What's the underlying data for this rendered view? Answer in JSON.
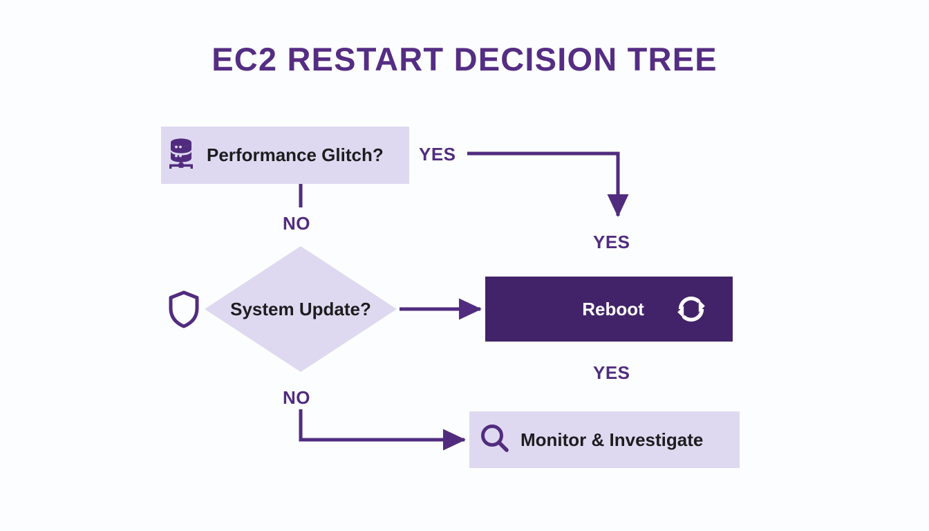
{
  "title": "EC2 Restart Decision Tree",
  "colors": {
    "background": "#fcfdfe",
    "title": "#552d83",
    "node_light_bg": "#ded9f0",
    "node_dark_bg": "#422369",
    "node_text": "#1d1d1f",
    "node_text_inverse": "#ffffff",
    "edge": "#512c7e",
    "edge_label": "#512c7e",
    "icon": "#512c7e"
  },
  "nodes": [
    {
      "id": "performance-glitch",
      "label": "Performance Glitch?",
      "shape": "rectangle",
      "style": "light",
      "icon": "database-icon"
    },
    {
      "id": "system-update",
      "label": "System Update?",
      "shape": "diamond",
      "style": "light",
      "icon": "shield-icon"
    },
    {
      "id": "reboot",
      "label": "Reboot",
      "shape": "rectangle",
      "style": "dark",
      "icon": "refresh-icon"
    },
    {
      "id": "monitor",
      "label": "Monitor & Investigate",
      "shape": "rectangle",
      "style": "light",
      "icon": "search-icon"
    }
  ],
  "edges": [
    {
      "id": "yes-top",
      "label": "YES",
      "from": "performance-glitch",
      "to": "yes-mid"
    },
    {
      "id": "no-top",
      "label": "NO",
      "from": "performance-glitch",
      "to": "system-update"
    },
    {
      "id": "yes-mid",
      "label": "YES",
      "from": "performance-glitch",
      "to": "reboot"
    },
    {
      "id": "yes-lower",
      "label": "YES",
      "from": "reboot",
      "to": ""
    },
    {
      "id": "no-lower",
      "label": "NO",
      "from": "system-update",
      "to": "monitor"
    }
  ]
}
